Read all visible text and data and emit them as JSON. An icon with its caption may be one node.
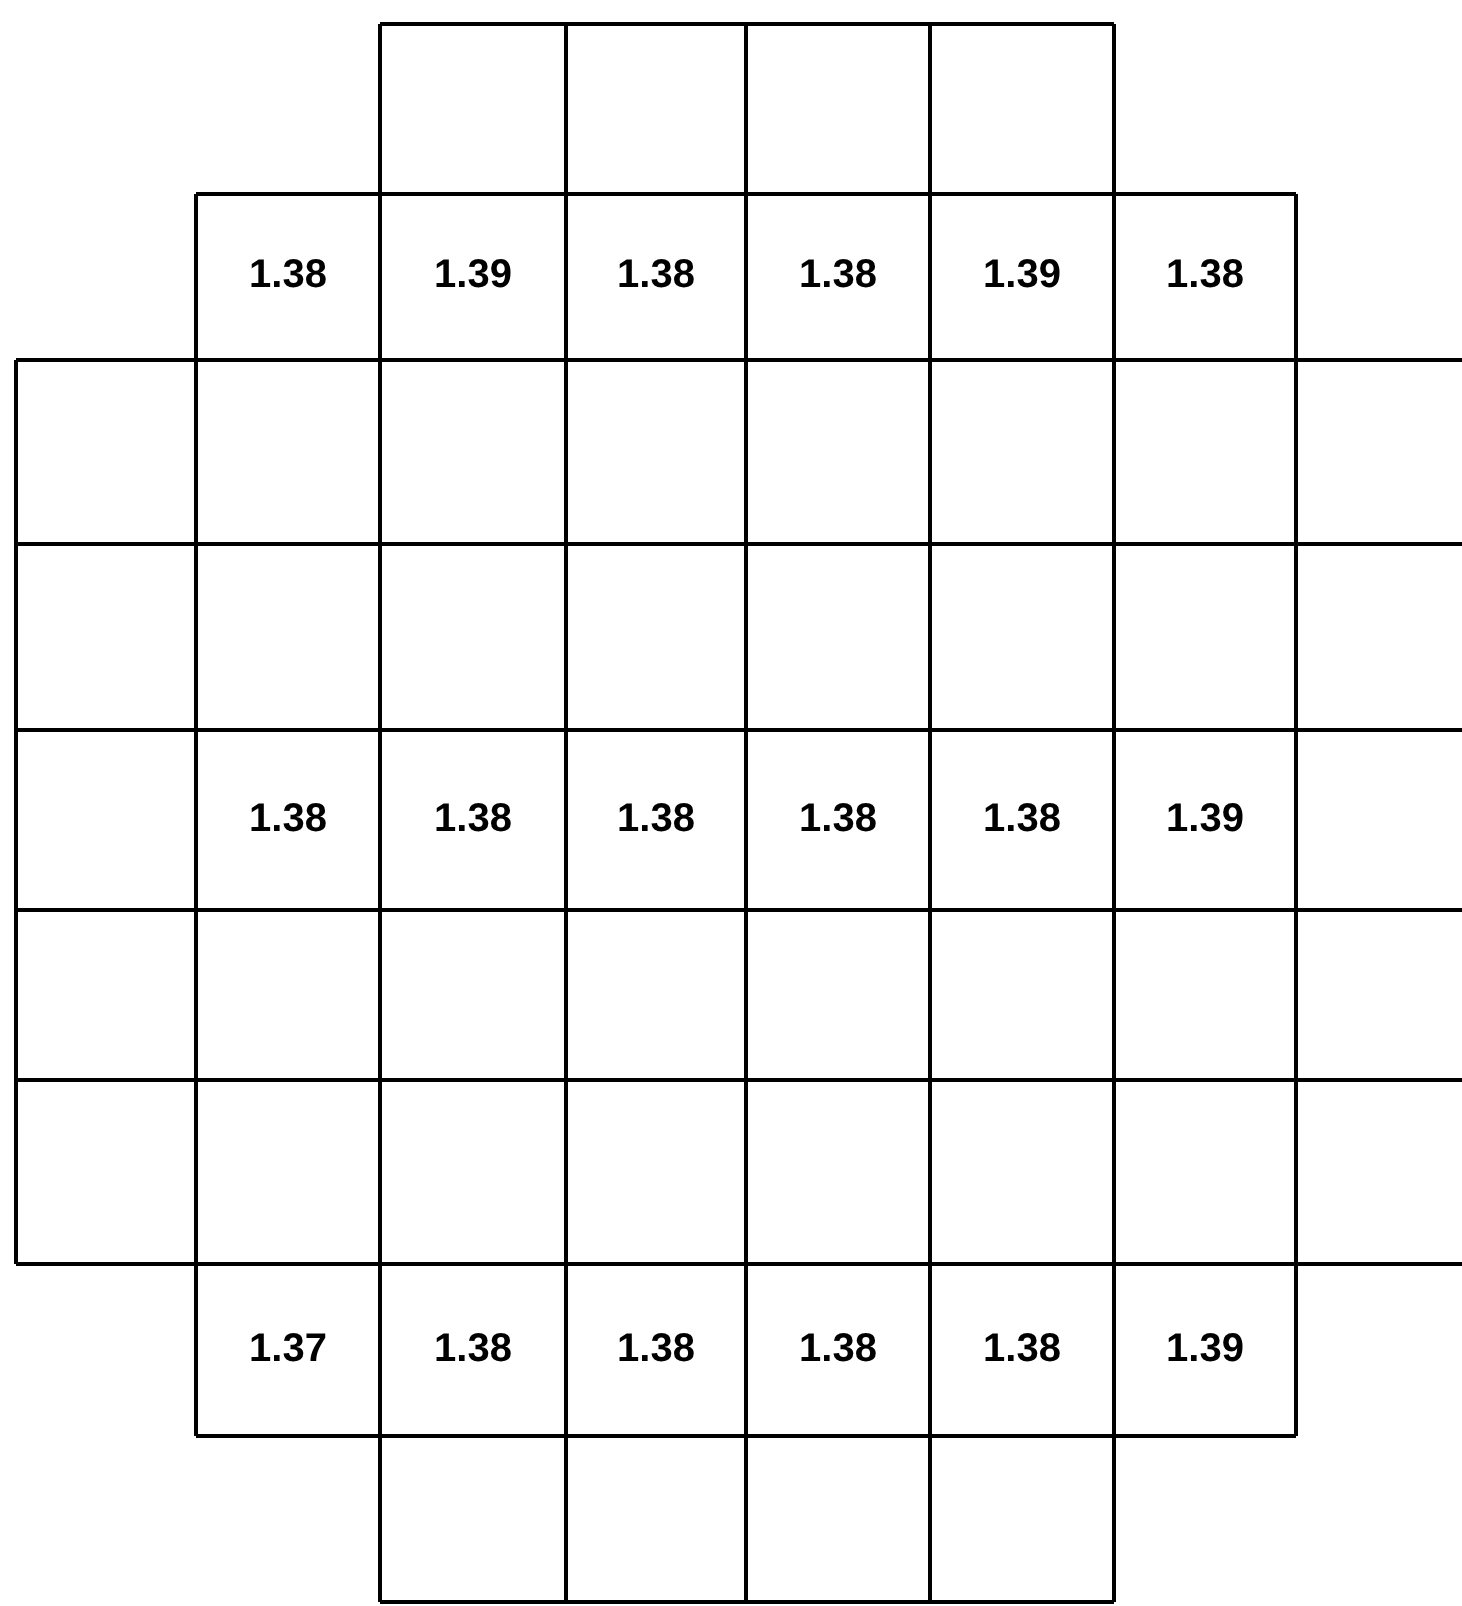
{
  "diagram": {
    "labels": [
      "1.38",
      "1.39",
      "1.38",
      "1.38",
      "1.39",
      "1.38",
      "1.38",
      "1.38",
      "1.38",
      "1.38",
      "1.38",
      "1.39",
      "1.37",
      "1.38",
      "1.38",
      "1.38",
      "1.38",
      "1.39"
    ]
  }
}
